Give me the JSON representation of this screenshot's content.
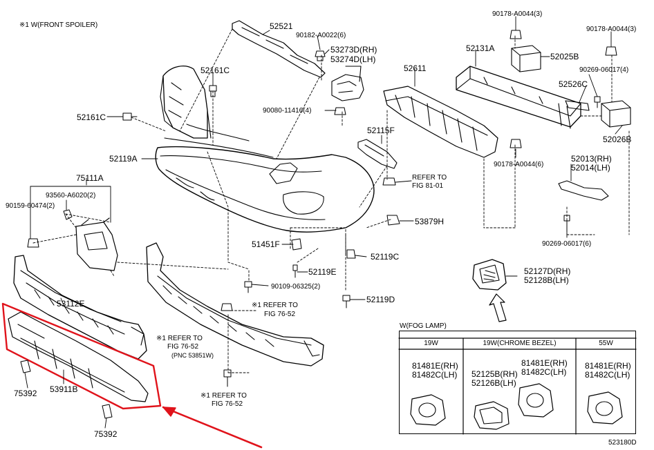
{
  "header_note": "※1 W(FRONT SPOILER)",
  "diagram_code": "523180D",
  "parts": {
    "p52521": "52521",
    "p90182": "90182-A0022(6)",
    "p53273": "53273D(RH)",
    "p53274": "53274D(LH)",
    "p90080": "90080-11416(4)",
    "p52161C_top": "52161C",
    "p52161C_left": "52161C",
    "p52119A": "52119A",
    "p52611": "52611",
    "p52131A": "52131A",
    "p90178_top": "90178-A0044(3)",
    "p90178_right": "90178-A0044(3)",
    "p52025B": "52025B",
    "p90269_top": "90269-06017(4)",
    "p52526C": "52526C",
    "p52026B": "52026B",
    "p90178_bottom": "90178-A0044(6)",
    "p52013": "52013(RH)",
    "p52014": "52014(LH)",
    "p90269_bottom": "90269-06017(6)",
    "p52115F": "52115F",
    "p53879H": "53879H",
    "p75111A": "75111A",
    "p93560": "93560-A6020(2)",
    "p90159": "90159-60474(2)",
    "p51451F": "51451F",
    "p52119E": "52119E",
    "p52119C": "52119C",
    "p90109": "90109-06325(2)",
    "p52119D": "52119D",
    "p53112E": "53112E",
    "p75392_left": "75392",
    "p53911B": "53911B",
    "p75392_bottom": "75392",
    "p52127D": "52127D(RH)",
    "p52128B": "52128B(LH)"
  },
  "refs": {
    "fig81_line1": "REFER TO",
    "fig81_line2": "FIG 81-01",
    "fig76a_line1": "※1 REFER TO",
    "fig76a_line2": "FIG 76-52",
    "fig76b_line1": "※1 REFER TO",
    "fig76b_line2": "FIG 76-52",
    "fig76b_line3": "(PNC 53851W)",
    "fig76c_line1": "※1 REFER TO",
    "fig76c_line2": "FIG 76-52"
  },
  "fog_lamp": {
    "title": "W(FOG LAMP)",
    "columns": [
      "19W",
      "19W(CHROME BEZEL)",
      "55W"
    ],
    "col1_parts": [
      "81481E(RH)",
      "81482C(LH)"
    ],
    "col2_parts_a": [
      "52125B(RH)",
      "52126B(LH)"
    ],
    "col2_parts_b": [
      "81481E(RH)",
      "81482C(LH)"
    ],
    "col3_parts": [
      "81481E(RH)",
      "81482C(LH)"
    ]
  },
  "colors": {
    "ink": "#000000",
    "highlight": "#e0131b",
    "paper": "#ffffff"
  }
}
